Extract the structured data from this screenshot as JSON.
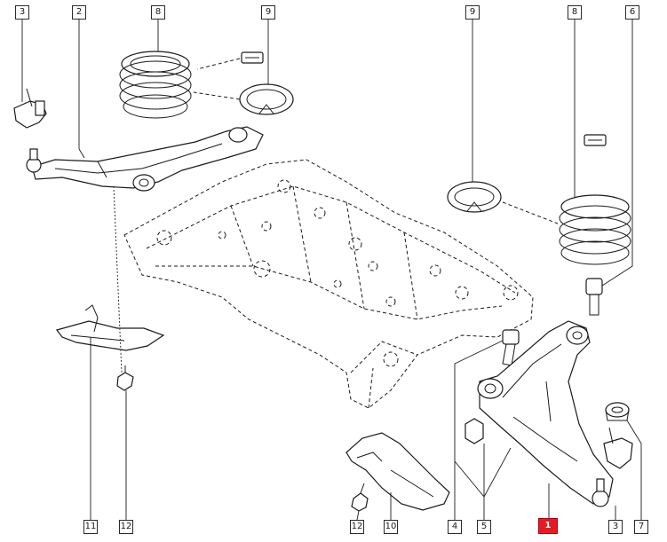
{
  "diagram": {
    "callouts": [
      {
        "key": "c3_left",
        "label": "3",
        "highlight": false
      },
      {
        "key": "c2",
        "label": "2",
        "highlight": false
      },
      {
        "key": "c8_left",
        "label": "8",
        "highlight": false
      },
      {
        "key": "c9_left",
        "label": "9",
        "highlight": false
      },
      {
        "key": "c9_right",
        "label": "9",
        "highlight": false
      },
      {
        "key": "c8_right",
        "label": "8",
        "highlight": false
      },
      {
        "key": "c6",
        "label": "6",
        "highlight": false
      },
      {
        "key": "c11",
        "label": "11",
        "highlight": false
      },
      {
        "key": "c12_left",
        "label": "12",
        "highlight": false
      },
      {
        "key": "c12_right",
        "label": "12",
        "highlight": false
      },
      {
        "key": "c10",
        "label": "10",
        "highlight": false
      },
      {
        "key": "c4",
        "label": "4",
        "highlight": false
      },
      {
        "key": "c5",
        "label": "5",
        "highlight": false
      },
      {
        "key": "c1",
        "label": "1",
        "highlight": true
      },
      {
        "key": "c3_right",
        "label": "3",
        "highlight": false
      },
      {
        "key": "c7",
        "label": "7",
        "highlight": false
      }
    ],
    "colors": {
      "highlight": "#e51b24",
      "line": "#1a1a1a",
      "background": "#ffffff"
    }
  }
}
